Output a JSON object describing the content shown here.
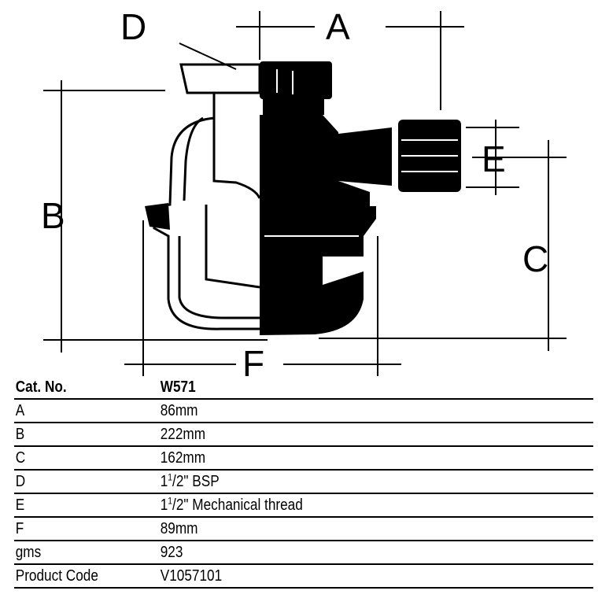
{
  "diagram": {
    "labels": {
      "a": "A",
      "b": "B",
      "c": "C",
      "d": "D",
      "e": "E",
      "f": "F"
    }
  },
  "table": {
    "header": {
      "label": "Cat. No.",
      "value": "W571"
    },
    "rows": [
      {
        "label": "A",
        "value": "86mm"
      },
      {
        "label": "B",
        "value": "222mm"
      },
      {
        "label": "C",
        "value": "162mm"
      },
      {
        "label": "D",
        "whole": "1",
        "sup": "1",
        "frac_rest": "/2\" BSP"
      },
      {
        "label": "E",
        "whole": "1",
        "sup": "1",
        "frac_rest": "/2\" Mechanical thread"
      },
      {
        "label": "F",
        "value": "89mm"
      },
      {
        "label": "gms",
        "value": "923"
      },
      {
        "label": "Product Code",
        "value": "V1057101"
      }
    ]
  }
}
